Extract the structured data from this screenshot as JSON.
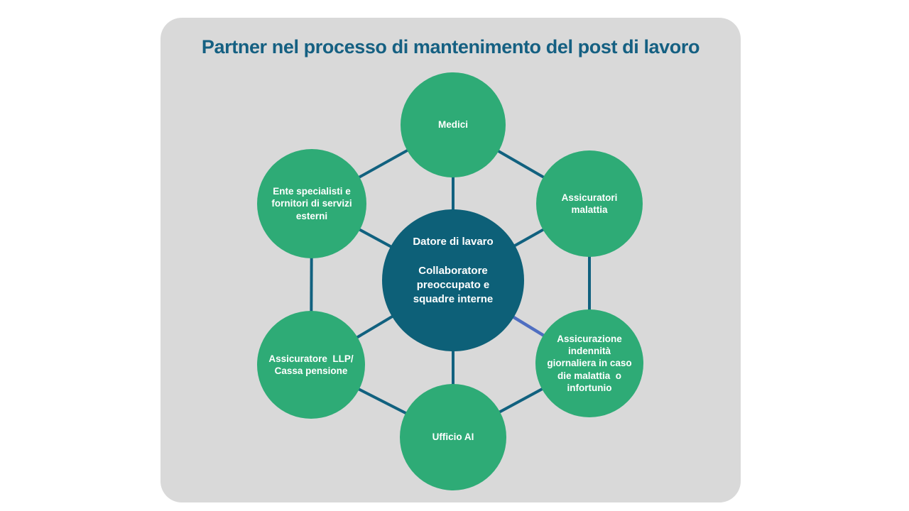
{
  "title": "Partner nel processo di mantenimento del post di lavoro",
  "colors": {
    "page_background": "#ffffff",
    "card_background": "#d9d9d9",
    "title_text": "#156082",
    "connector_teal": "#11617f",
    "connector_blue": "#4f6ec1",
    "node_green": "#2eab76",
    "node_center_teal": "#0d6078",
    "node_text": "#ffffff"
  },
  "nodes": {
    "center": {
      "label": "Datore di lavaro\n\nCollaboratore\npreoccupato e\nsquadre interne"
    },
    "medici": {
      "label": "Medici"
    },
    "assicuratori_malattia": {
      "label": "Assicuratori\nmalattia"
    },
    "assicurazione_indennita": {
      "label": "Assicurazione\nindennità\ngiornaliera in caso\ndie malattia  o\ninfortunio"
    },
    "ufficio_ai": {
      "label": "Ufficio AI"
    },
    "assicuratore_llp": {
      "label": "Assicuratore  LLP/\nCassa pensione"
    },
    "ente_specialisti": {
      "label": "Ente specialisti e\nfornitori di servizi\nesterni"
    }
  },
  "connections": [
    {
      "from": "center",
      "to": "medici",
      "style": "teal"
    },
    {
      "from": "center",
      "to": "assicuratori_malattia",
      "style": "teal"
    },
    {
      "from": "center",
      "to": "assicurazione_indennita",
      "style": "blue"
    },
    {
      "from": "center",
      "to": "ufficio_ai",
      "style": "teal"
    },
    {
      "from": "center",
      "to": "assicuratore_llp",
      "style": "teal"
    },
    {
      "from": "center",
      "to": "ente_specialisti",
      "style": "teal"
    },
    {
      "from": "medici",
      "to": "ente_specialisti",
      "style": "teal"
    },
    {
      "from": "medici",
      "to": "assicuratori_malattia",
      "style": "teal"
    },
    {
      "from": "ente_specialisti",
      "to": "assicuratore_llp",
      "style": "teal"
    },
    {
      "from": "assicuratori_malattia",
      "to": "assicurazione_indennita",
      "style": "teal"
    },
    {
      "from": "assicuratore_llp",
      "to": "ufficio_ai",
      "style": "teal"
    },
    {
      "from": "assicurazione_indennita",
      "to": "ufficio_ai",
      "style": "teal"
    }
  ]
}
